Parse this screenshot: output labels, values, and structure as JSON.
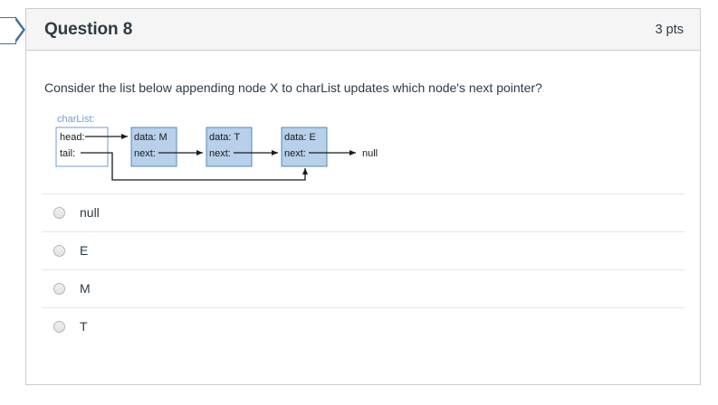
{
  "flag": {
    "icon": "bookmark-flag-icon"
  },
  "question": {
    "title": "Question 8",
    "points": "3 pts",
    "prompt": "Consider the list below appending node X to charList updates which node's next pointer?"
  },
  "diagram": {
    "list_label": "charList:",
    "list_fields": [
      "head:",
      "tail:"
    ],
    "terminator": "null",
    "nodes": [
      {
        "data_label": "data: M",
        "next_label": "next:"
      },
      {
        "data_label": "data: T",
        "next_label": "next:"
      },
      {
        "data_label": "data: E",
        "next_label": "next:"
      }
    ],
    "colors": {
      "node_fill": "#b8d0ea",
      "node_stroke": "#5588bb",
      "list_box_fill": "#ffffff",
      "list_box_stroke": "#6f9ed0",
      "label_text": "#6f9ed0",
      "arrow": "#1a1a1a"
    }
  },
  "options": [
    {
      "label": "null",
      "selected": false
    },
    {
      "label": "E",
      "selected": false
    },
    {
      "label": "M",
      "selected": false
    },
    {
      "label": "T",
      "selected": false
    }
  ]
}
